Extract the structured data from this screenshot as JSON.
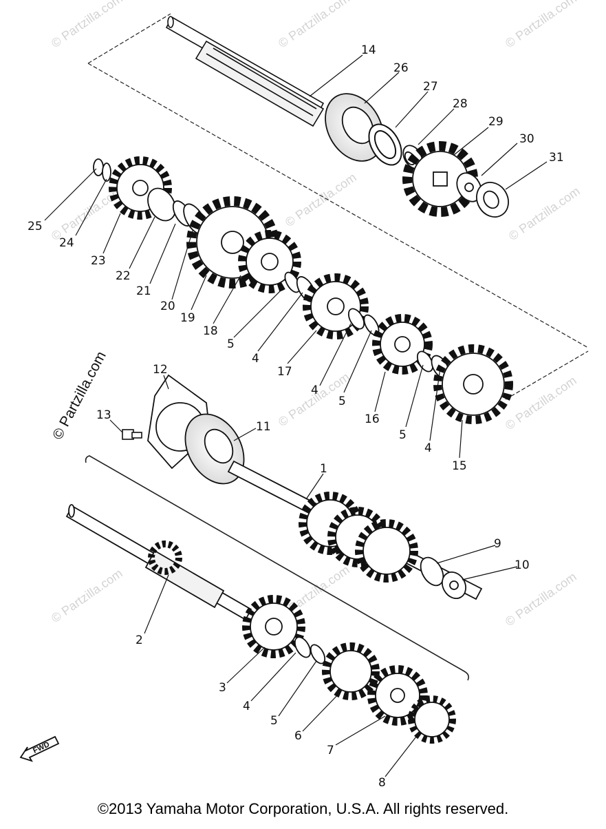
{
  "diagram": {
    "parts": [
      {
        "id": "p14",
        "label": "14"
      },
      {
        "id": "p26",
        "label": "26"
      },
      {
        "id": "p27",
        "label": "27"
      },
      {
        "id": "p28",
        "label": "28"
      },
      {
        "id": "p29",
        "label": "29"
      },
      {
        "id": "p30",
        "label": "30"
      },
      {
        "id": "p31",
        "label": "31"
      },
      {
        "id": "p25",
        "label": "25"
      },
      {
        "id": "p24",
        "label": "24"
      },
      {
        "id": "p23",
        "label": "23"
      },
      {
        "id": "p22",
        "label": "22"
      },
      {
        "id": "p21",
        "label": "21"
      },
      {
        "id": "p20",
        "label": "20"
      },
      {
        "id": "p19",
        "label": "19"
      },
      {
        "id": "p18",
        "label": "18"
      },
      {
        "id": "p5a",
        "label": "5"
      },
      {
        "id": "p4a",
        "label": "4"
      },
      {
        "id": "p17",
        "label": "17"
      },
      {
        "id": "p4b",
        "label": "4"
      },
      {
        "id": "p5b",
        "label": "5"
      },
      {
        "id": "p16",
        "label": "16"
      },
      {
        "id": "p5c",
        "label": "5"
      },
      {
        "id": "p4c",
        "label": "4"
      },
      {
        "id": "p15",
        "label": "15"
      },
      {
        "id": "p12",
        "label": "12"
      },
      {
        "id": "p13",
        "label": "13"
      },
      {
        "id": "p11",
        "label": "11"
      },
      {
        "id": "p1",
        "label": "1"
      },
      {
        "id": "p9",
        "label": "9"
      },
      {
        "id": "p10",
        "label": "10"
      },
      {
        "id": "p2",
        "label": "2"
      },
      {
        "id": "p3",
        "label": "3"
      },
      {
        "id": "p4d",
        "label": "4"
      },
      {
        "id": "p5d",
        "label": "5"
      },
      {
        "id": "p6",
        "label": "6"
      },
      {
        "id": "p7",
        "label": "7"
      },
      {
        "id": "p8",
        "label": "8"
      }
    ],
    "fwd_label": "FWD"
  },
  "watermark": {
    "text": "© Partzilla.com",
    "side_text": "© Partzilla.com"
  },
  "footer": {
    "copyright": "©2013 Yamaha Motor Corporation, U.S.A. All rights reserved."
  }
}
